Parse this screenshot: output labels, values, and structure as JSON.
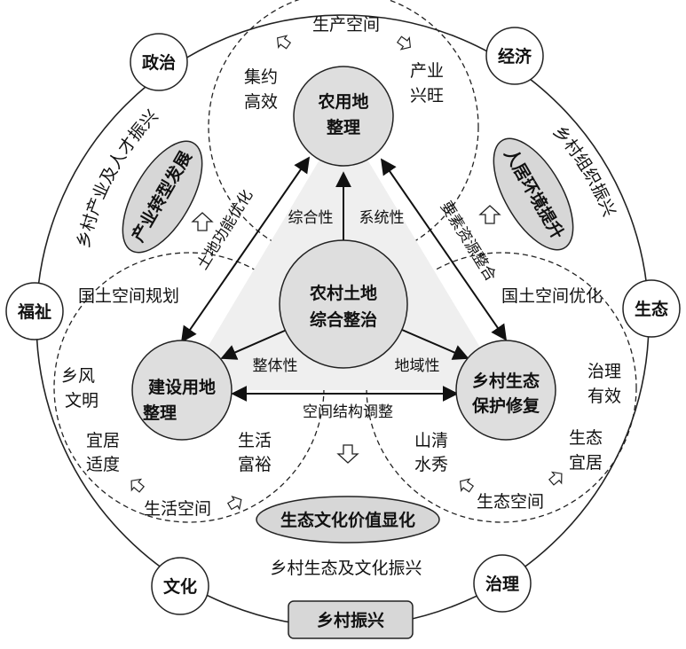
{
  "colors": {
    "node_fill": "#dedede",
    "node_stroke": "#222222",
    "triangle_fill": "#efefef",
    "ellipse_fill": "#d7d7d7",
    "line": "#111111"
  },
  "center": {
    "line1": "农村土地",
    "line2": "综合整治"
  },
  "nodes": {
    "top": {
      "line1": "农用地",
      "line2": "整理"
    },
    "left": {
      "line1": "建设用地",
      "line2": "整理"
    },
    "right": {
      "line1": "乡村生态",
      "line2": "保护修复"
    }
  },
  "edge_labels": {
    "comprehensive": "综合性",
    "systematic": "系统性",
    "integrity": "整体性",
    "regional": "地域性",
    "land_function": "土地功能优化",
    "factor_integration": "要素资源整合",
    "spatial_adjust": "空间结构调整"
  },
  "spaces": {
    "production": "生产空间",
    "living": "生活空间",
    "ecology": "生态空间"
  },
  "space_terms": {
    "intensive": {
      "line1": "集约",
      "line2": "高效"
    },
    "industry": {
      "line1": "产业",
      "line2": "兴旺"
    },
    "customs": {
      "line1": "乡风",
      "line2": "文明"
    },
    "livable": {
      "line1": "宜居",
      "line2": "适度"
    },
    "prosperous": {
      "line1": "生活",
      "line2": "富裕"
    },
    "clean": {
      "line1": "山清",
      "line2": "水秀"
    },
    "governance_eff": {
      "line1": "治理",
      "line2": "有效"
    },
    "eco_livable": {
      "line1": "生态",
      "line2": "宜居"
    }
  },
  "spatial_labels": {
    "planning": "国土空间规划",
    "optimization": "国土空间优化"
  },
  "ellipses": {
    "industry_transform": "产业转型发展",
    "habitat": "人居环境提升",
    "eco_culture": "生态文化价值显化"
  },
  "outer_circles": {
    "politics": "政治",
    "economy": "经济",
    "welfare": "福祉",
    "ecology": "生态",
    "culture": "文化",
    "governance": "治理"
  },
  "arc_labels": {
    "industry_talent": "乡村产业及人才振兴",
    "organization": "乡村组织振兴",
    "eco_culture_rev": "乡村生态及文化振兴"
  },
  "footer": "乡村振兴"
}
